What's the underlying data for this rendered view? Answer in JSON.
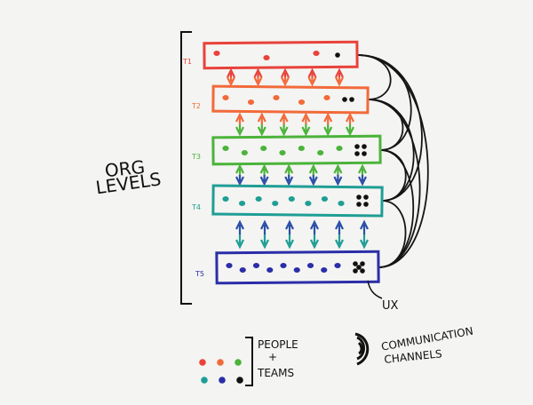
{
  "org_label": [
    "ORG",
    "LEVELS"
  ],
  "tiers": [
    {
      "label": "T1",
      "color": "#e8423b",
      "people": 3,
      "ux": 1
    },
    {
      "label": "T2",
      "color": "#f26a3a",
      "people": 5,
      "ux": 2
    },
    {
      "label": "T3",
      "color": "#4bb33a",
      "people": 7,
      "ux": 4
    },
    {
      "label": "T4",
      "color": "#1f9e95",
      "people": 8,
      "ux": 4
    },
    {
      "label": "T5",
      "color": "#2b2ea8",
      "people": 9,
      "ux": 5
    }
  ],
  "arrows_between": [
    {
      "count": 5,
      "colors": [
        "#e8423b",
        "#f26a3a"
      ]
    },
    {
      "count": 6,
      "colors": [
        "#f26a3a",
        "#4bb33a"
      ]
    },
    {
      "count": 6,
      "colors": [
        "#4bb33a",
        "#2b4fa8"
      ]
    },
    {
      "count": 6,
      "colors": [
        "#2b4fa8",
        "#1f9e95"
      ]
    }
  ],
  "ux_label": "UX",
  "legend": {
    "people_label": [
      "PEOPLE",
      "+",
      "TEAMS"
    ],
    "channels_label": [
      "COMMUNICATION",
      "CHANNELS"
    ],
    "dot_colors_top": [
      "#e8423b",
      "#f26a3a",
      "#4bb33a"
    ],
    "dot_colors_bottom": [
      "#1f9e95",
      "#2b2ea8",
      "#111111"
    ]
  }
}
